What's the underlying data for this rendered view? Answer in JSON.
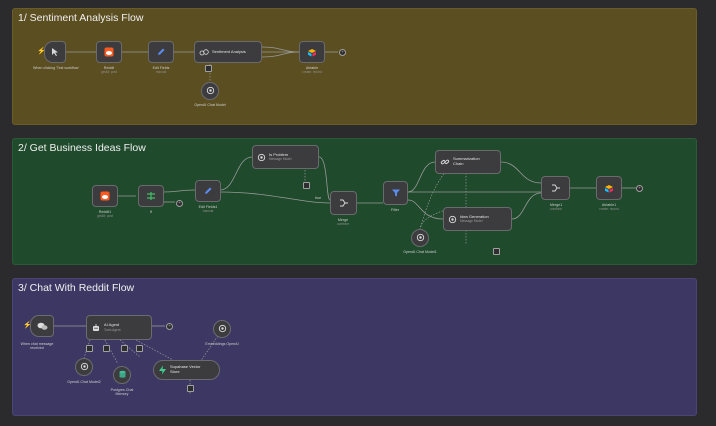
{
  "sections": [
    {
      "title": "1/ Sentiment Analysis Flow"
    },
    {
      "title": "2/ Get Business Ideas Flow"
    },
    {
      "title": "3/ Chat With Reddit Flow"
    }
  ],
  "flow1": {
    "trigger": {
      "label": "When clicking 'Test workflow'"
    },
    "reddit": {
      "label": "Reddit",
      "sub": "getAll: post"
    },
    "edit": {
      "label": "Edit Fields",
      "sub": "manual"
    },
    "sentiment": {
      "title": "Sentiment Analysis"
    },
    "airtable": {
      "label": "Airtable",
      "sub": "create: record"
    },
    "openai": {
      "label": "OpenAI Chat Model"
    }
  },
  "flow2": {
    "reddit": {
      "label": "Reddit1",
      "sub": "getAll: post"
    },
    "if": {
      "label": "If"
    },
    "edit": {
      "label": "Edit Fields1",
      "sub": "manual"
    },
    "isproblem": {
      "title": "Is Problem",
      "sub": "Message Model"
    },
    "merge": {
      "label": "Merge",
      "sub": "combine"
    },
    "filter": {
      "label": "Filter"
    },
    "summ": {
      "title": "Summarization Chain"
    },
    "ideagen": {
      "title": "Idea Generation",
      "sub": "Message Model"
    },
    "merge1": {
      "label": "Merge1",
      "sub": "combine"
    },
    "airtable": {
      "label": "Airtable1",
      "sub": "create: record"
    },
    "openai": {
      "label": "OpenAI Chat Model1"
    },
    "true_label": "true"
  },
  "flow3": {
    "trigger": {
      "label": "When chat message received"
    },
    "agent": {
      "title": "AI Agent",
      "sub": "Tools Agent"
    },
    "openai": {
      "label": "OpenAI Chat Model2"
    },
    "memory": {
      "label": "Postgres Chat Memory"
    },
    "supabase": {
      "title": "Supabase Vector Store"
    },
    "embeddings": {
      "label": "Embeddings OpenAI"
    }
  },
  "icons": {
    "cursor": "cursor-icon",
    "reddit": "reddit-icon",
    "pencil": "pencil-icon",
    "brain": "sentiment-icon",
    "airtable": "airtable-icon",
    "openai": "openai-icon",
    "merge": "merge-icon",
    "filter": "filter-icon",
    "chain": "chain-icon",
    "robot": "robot-icon",
    "chat": "chat-icon",
    "database": "database-icon",
    "supabase": "supabase-icon"
  },
  "colors": {
    "section1": "#5b4e21",
    "section2": "#1f4a2c",
    "section3": "#3d3863",
    "reddit": "#ff5a1f",
    "pencil": "#5b8af0",
    "filter": "#5b8af0",
    "trigger": "#ff5a5a"
  }
}
